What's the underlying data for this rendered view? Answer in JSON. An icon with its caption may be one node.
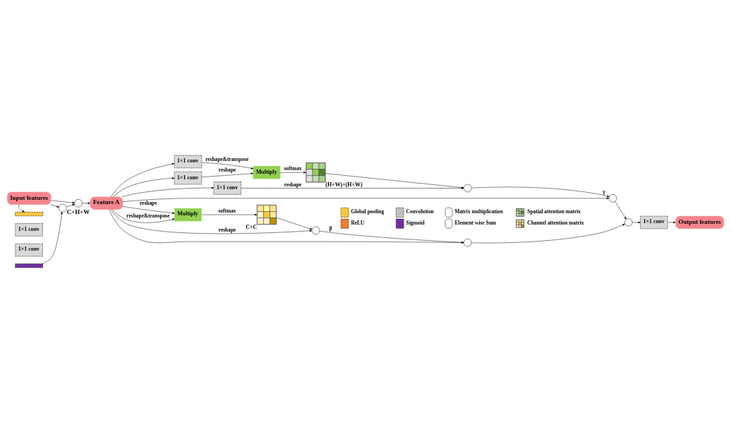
{
  "diagram": {
    "nodes": [
      {
        "text": [
          "Input features"
        ]
      },
      {
        "text": [],
        "shape": "bar"
      },
      {
        "text": [
          "1×1 conv"
        ]
      },
      {
        "text": [
          "1×1 conv"
        ]
      },
      {
        "text": [],
        "shape": "bar"
      },
      {
        "text": [],
        "shape": "circle"
      },
      {
        "text": [],
        "shape": "circle"
      },
      {
        "text": [
          "Feature A"
        ],
        "beside": [
          "C×H×W"
        ]
      },
      {
        "text": [
          "1×1 conv"
        ]
      },
      {
        "text": [
          "1×1 conv"
        ]
      },
      {
        "text": [
          "1×1 conv"
        ]
      },
      {
        "text": [
          "Multiply"
        ]
      },
      {
        "text": [],
        "shape": "picture",
        "beside": [
          "(H×W)×(H×W)"
        ]
      },
      {
        "text": [],
        "shape": "circle"
      },
      {
        "text": [],
        "shape": "circle"
      },
      {
        "text": [
          "Multiply"
        ]
      },
      {
        "text": [],
        "shape": "picture",
        "beside": [
          "C×C"
        ]
      },
      {
        "text": [],
        "shape": "circle"
      },
      {
        "text": [],
        "shape": "circle"
      },
      {
        "text": [],
        "shape": "circle"
      },
      {
        "text": [
          "1×1 conv"
        ]
      },
      {
        "text": [
          "Output features"
        ]
      }
    ],
    "edges": [
      {
        "from": 0,
        "to": 1,
        "arrow": "to"
      },
      {
        "from": 4,
        "to": 5,
        "arrow": "to"
      },
      {
        "from": 0,
        "to": 5,
        "arrow": "to"
      },
      {
        "from": 0,
        "to": 6,
        "arrow": "to"
      },
      {
        "from": 5,
        "to": 6,
        "arrow": "to"
      },
      {
        "from": 6,
        "to": 7,
        "arrow": "to"
      },
      {
        "from": 7,
        "to": 8,
        "arrow": "to"
      },
      {
        "from": 7,
        "to": 9,
        "arrow": "to"
      },
      {
        "from": 7,
        "to": 10,
        "arrow": "to"
      },
      {
        "from": 8,
        "to": 11,
        "arrow": "to",
        "label": "reshape&transpose"
      },
      {
        "from": 9,
        "to": 11,
        "arrow": "to",
        "label": "reshape"
      },
      {
        "from": 11,
        "to": 12,
        "arrow": "to",
        "label": "softmax"
      },
      {
        "from": 12,
        "to": 13,
        "arrow": "to"
      },
      {
        "from": 10,
        "to": 13,
        "arrow": "to",
        "label": "reshape"
      },
      {
        "from": 13,
        "to": 14,
        "arrow": "to",
        "label": "γ"
      },
      {
        "from": 7,
        "to": 14,
        "arrow": "to"
      },
      {
        "from": 7,
        "to": 17,
        "arrow": "to",
        "label": "reshape"
      },
      {
        "from": 7,
        "to": 15,
        "arrow": "to",
        "label": "reshape"
      },
      {
        "from": 7,
        "to": 15,
        "arrow": "to",
        "label": "reshape&transpose"
      },
      {
        "from": 15,
        "to": 16,
        "arrow": "to",
        "label": "softmax"
      },
      {
        "from": 16,
        "to": 17,
        "arrow": "to"
      },
      {
        "from": 17,
        "to": 18,
        "arrow": "to",
        "label": "β"
      },
      {
        "from": 7,
        "to": 18,
        "arrow": "to"
      },
      {
        "from": 14,
        "to": 19,
        "arrow": "to"
      },
      {
        "from": 18,
        "to": 19,
        "arrow": "to"
      },
      {
        "from": 19,
        "to": 20,
        "arrow": "to"
      },
      {
        "from": 20,
        "to": 21,
        "arrow": "to"
      }
    ],
    "legend": [
      {
        "text": "Global pooling",
        "color": "#f9c83f"
      },
      {
        "text": "Convolution",
        "color": "#bfbfbf"
      },
      {
        "text": "Matrix multiplication"
      },
      {
        "text": "Spatial attention matrix"
      },
      {
        "text": "ReLU",
        "color": "#ed7d31"
      },
      {
        "text": "Sigmoid",
        "color": "#7030a0"
      },
      {
        "text": "Element-wise Sum"
      },
      {
        "text": "Channel attention matrix"
      }
    ]
  }
}
